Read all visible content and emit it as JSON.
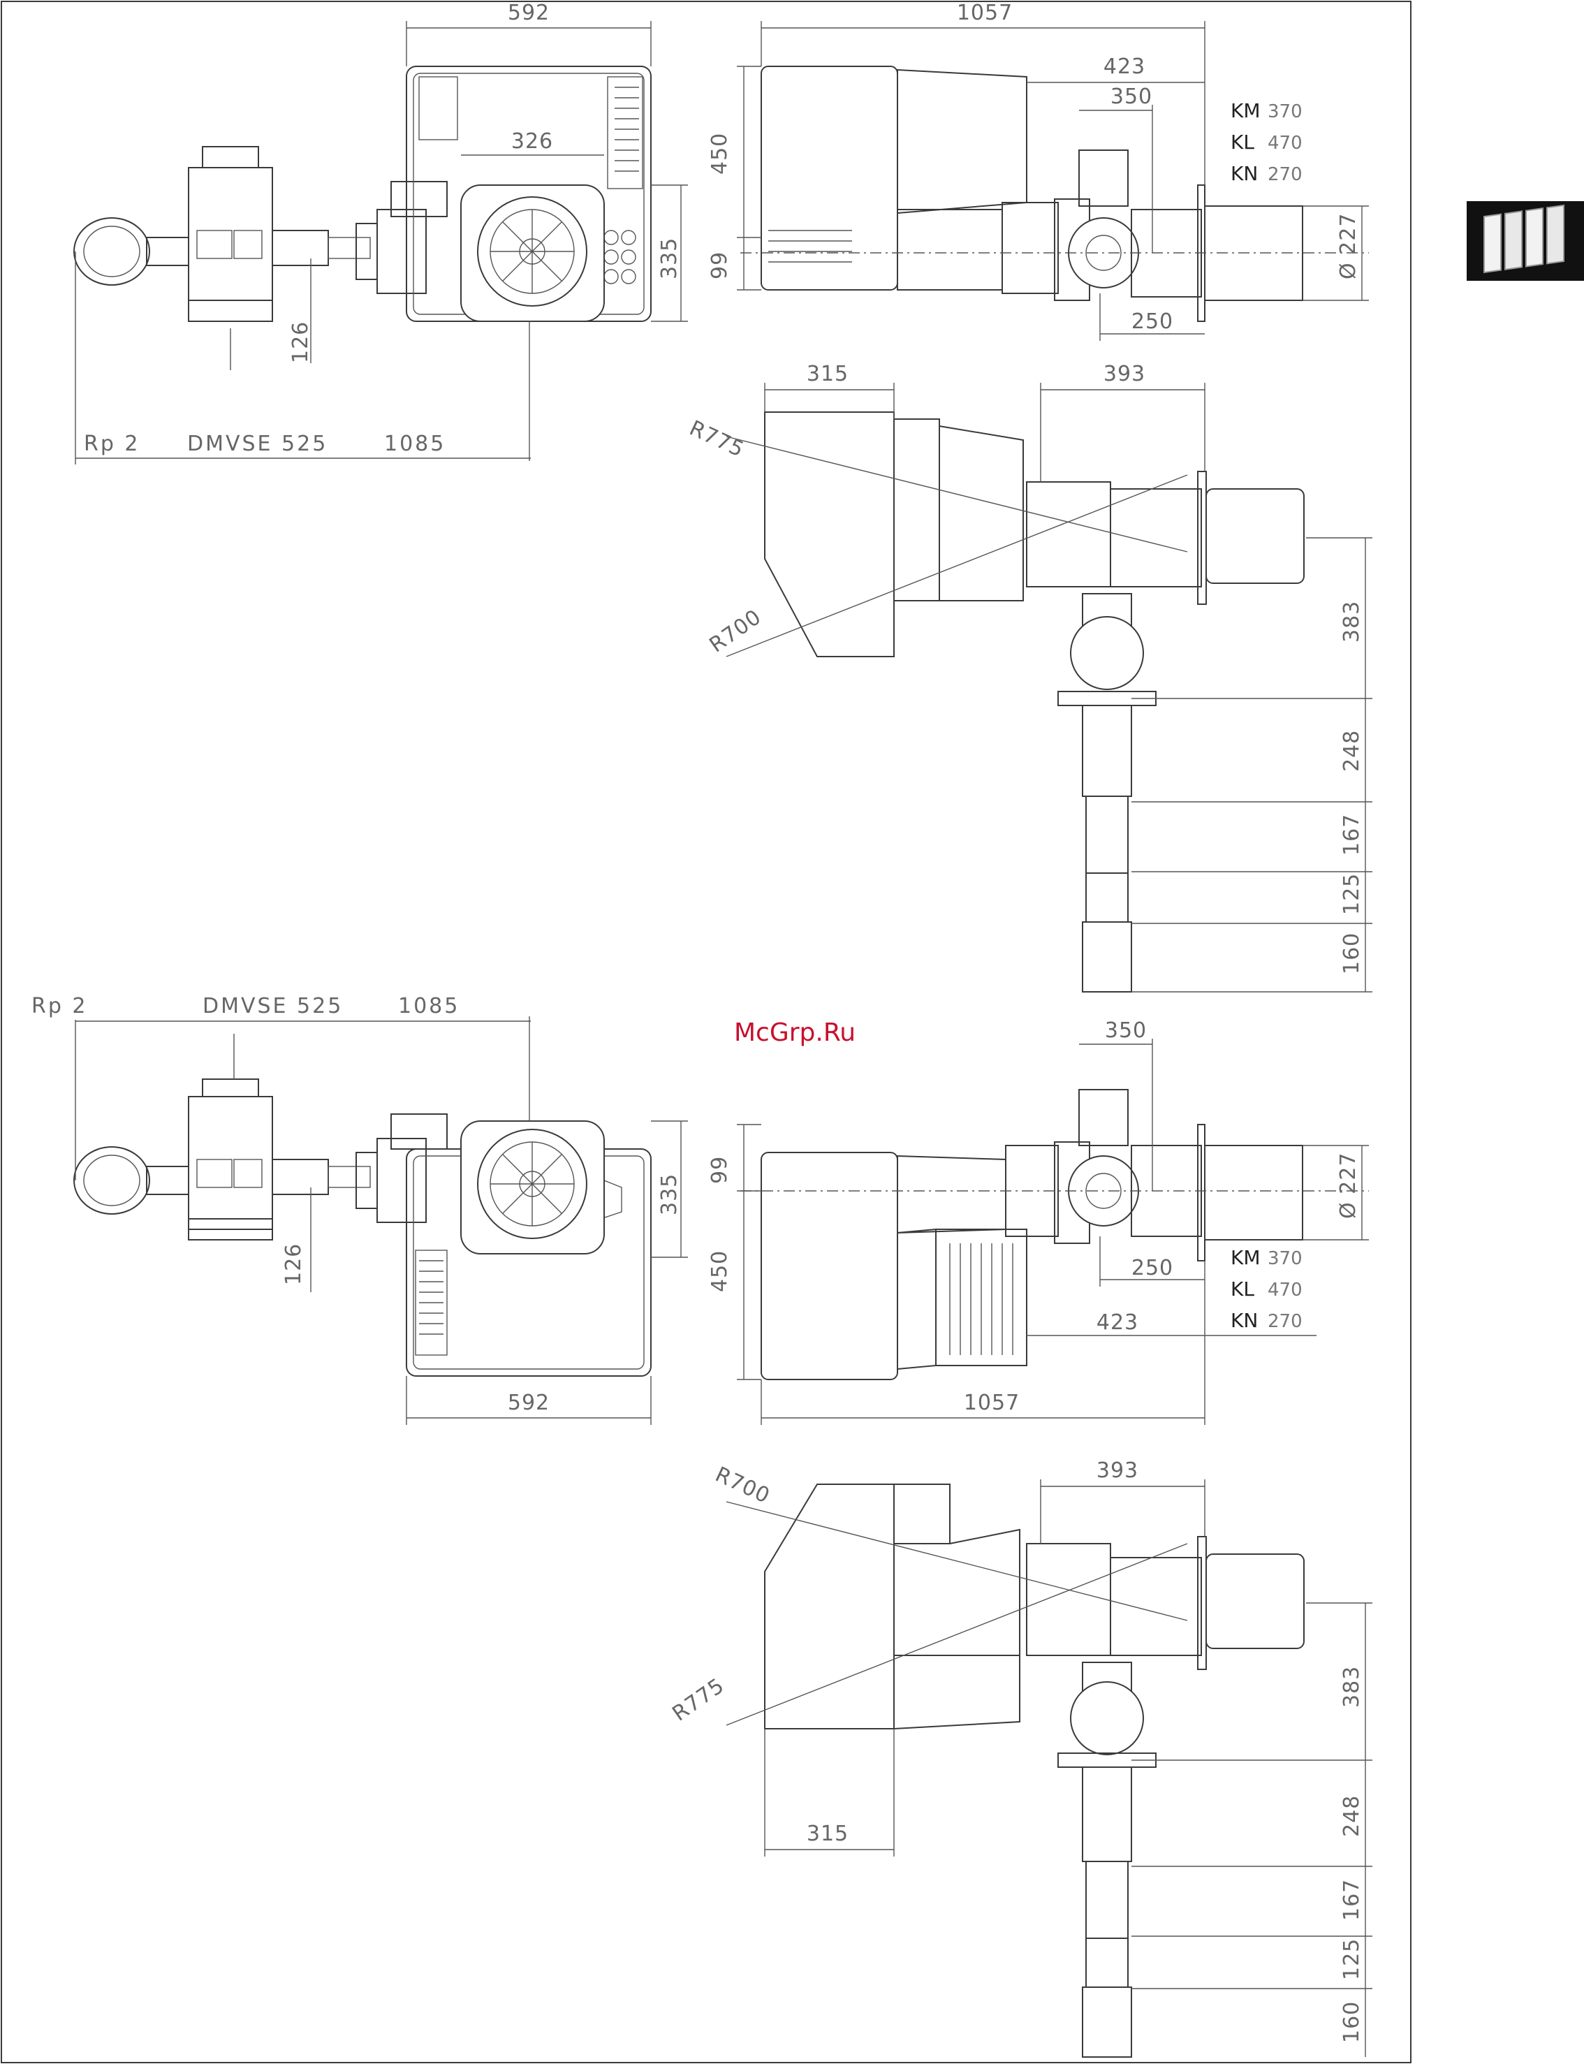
{
  "watermark": "McGrp.Ru",
  "fuel_options": [
    {
      "code": "KM",
      "value": "370"
    },
    {
      "code": "KL",
      "value": "470"
    },
    {
      "code": "KN",
      "value": "270"
    }
  ],
  "top": {
    "gas_train": {
      "connection": "Rp 2",
      "valve": "DMVSE 525",
      "length": "1085"
    },
    "plan": {
      "width": "592",
      "burner_head": "326",
      "height_right": "335",
      "drop": "126"
    },
    "side": {
      "overall": "1057",
      "flange_to_head": "423",
      "head_offset": "350",
      "housing_height": "450",
      "lower_height": "99",
      "tube_diameter": "Ø 227",
      "flange_gap": "250"
    },
    "rear": {
      "left": "315",
      "right": "393",
      "radius_upper": "R775",
      "radius_lower": "R700",
      "vertical": [
        "383",
        "248",
        "167",
        "125",
        "160"
      ]
    }
  },
  "bottom": {
    "gas_train": {
      "connection": "Rp 2",
      "valve": "DMVSE 525",
      "length": "1085"
    },
    "plan": {
      "width": "592",
      "height_right": "335",
      "drop": "126"
    },
    "side": {
      "overall": "1057",
      "flange_to_head": "423",
      "head_offset": "350",
      "housing_height": "450",
      "lower_height": "99",
      "tube_diameter": "Ø 227",
      "flange_gap": "250"
    },
    "rear": {
      "left": "315",
      "right": "393",
      "radius_upper": "R700",
      "radius_lower": "R775",
      "vertical": [
        "383",
        "248",
        "167",
        "125",
        "160"
      ]
    }
  },
  "icon": "binders-icon"
}
